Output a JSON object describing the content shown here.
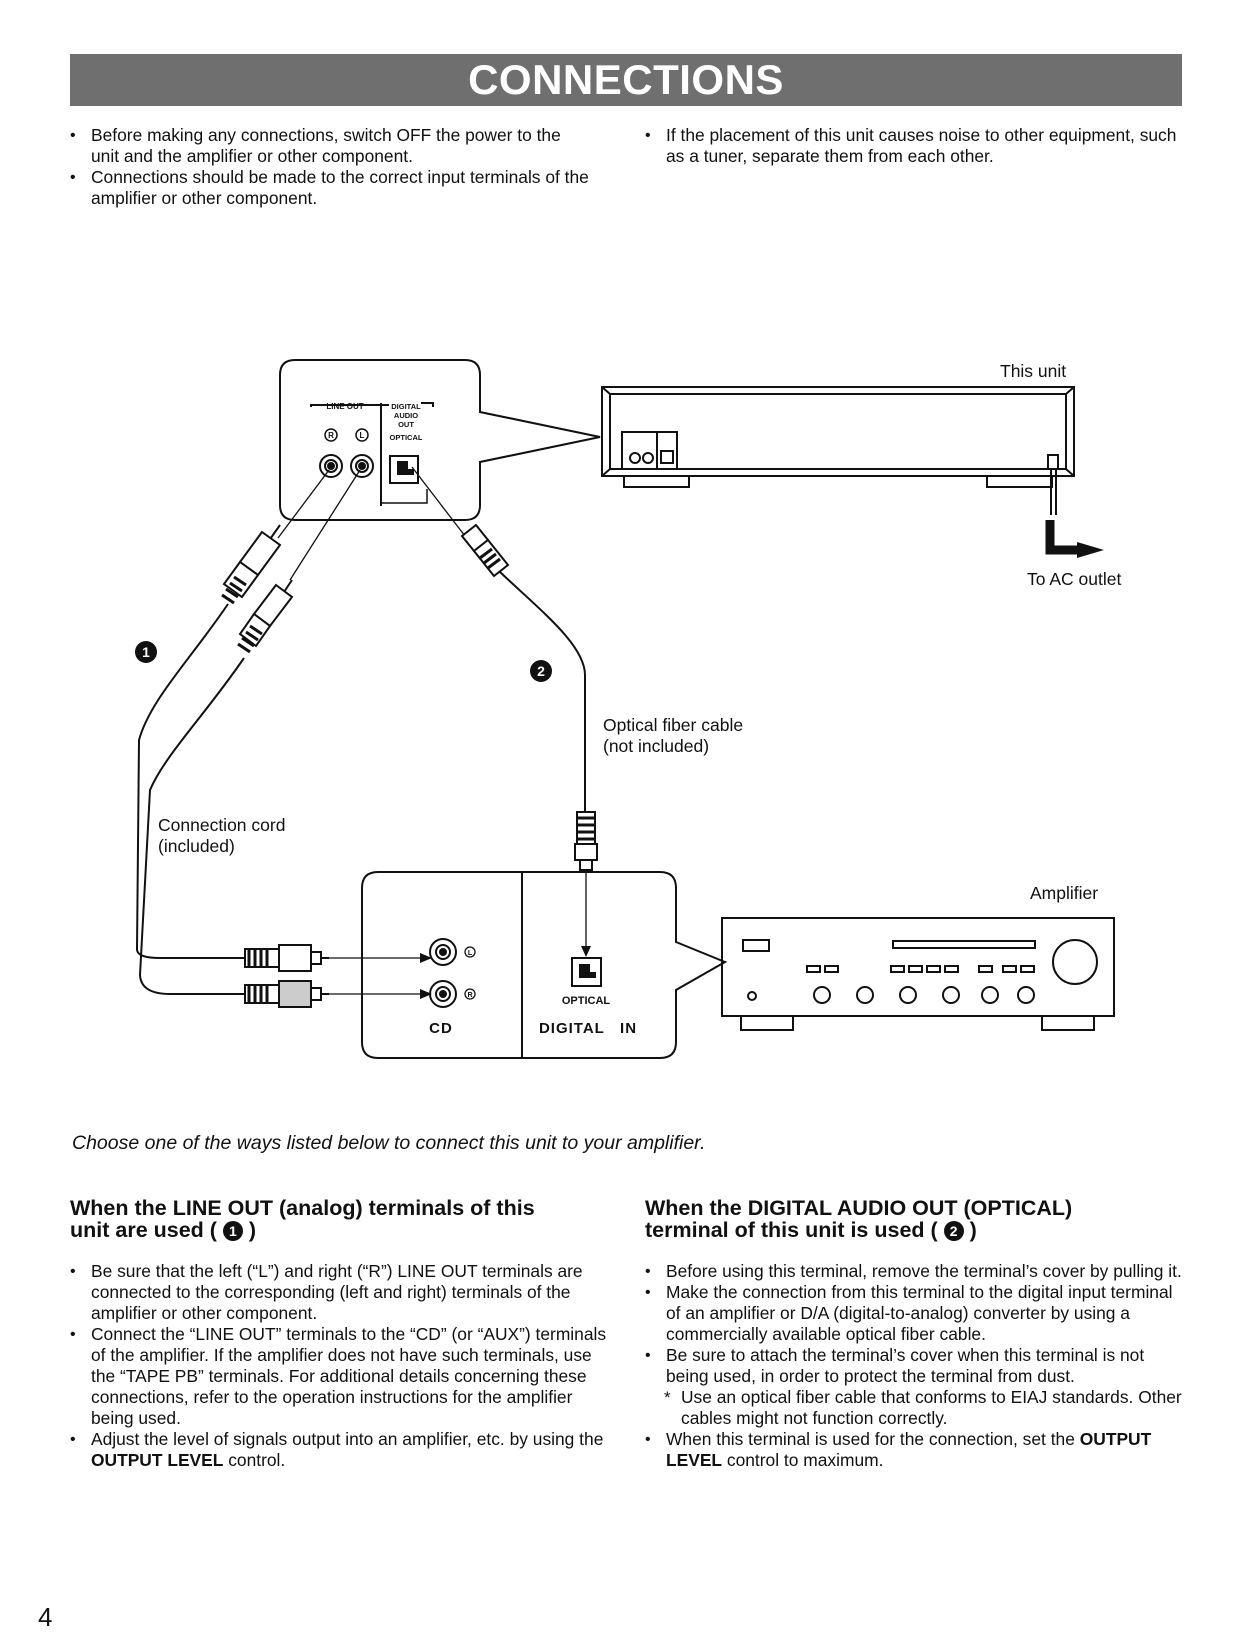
{
  "page": {
    "title": "CONNECTIONS",
    "page_number": "4",
    "intro_left": [
      "Before making any connections, switch OFF the power to the unit and the amplifier or other component.",
      "Connections should be made to the correct input terminals of the amplifier or other component."
    ],
    "intro_right": [
      "If the placement of this unit causes noise to other equipment, such as a tuner, separate them from each other."
    ],
    "diagram": {
      "this_unit": "This unit",
      "ac_outlet": "To AC outlet",
      "optical_cable_1": "Optical fiber cable",
      "optical_cable_2": "(not included)",
      "cord_1": "Connection cord",
      "cord_2": "(included)",
      "amplifier": "Amplifier",
      "marker_1": "1",
      "marker_2": "2",
      "unit_line_out": "LINE OUT",
      "unit_digital_1": "DIGITAL",
      "unit_digital_2": "AUDIO",
      "unit_digital_3": "OUT",
      "unit_optical": "OPTICAL",
      "unit_r": "R",
      "unit_l": "L",
      "amp_l": "L",
      "amp_r": "R",
      "amp_optical": "OPTICAL",
      "amp_cd": "CD",
      "amp_digital_in": "DIGITAL   IN"
    },
    "choose_text": "Choose one of the ways listed below to connect this unit to your amplifier.",
    "left_section": {
      "heading_line1": "When the LINE OUT (analog) terminals of this",
      "heading_line2": "unit are used  (",
      "heading_marker": "1",
      "heading_end": " )",
      "b1": "Be sure that the left (“L”) and right (“R”) LINE OUT terminals are connected to the corresponding (left and right) terminals of the amplifier or other component.",
      "b2": "Connect the “LINE OUT” terminals to the “CD” (or “AUX”) terminals of the amplifier.  If the amplifier does not have such terminals, use the “TAPE PB” terminals.  For additional details concerning these connections, refer to the operation instructions for the amplifier being used.",
      "b3_pre": "Adjust the level of signals output into an amplifier, etc. by using the ",
      "b3_bold": "OUTPUT LEVEL",
      "b3_post": " control."
    },
    "right_section": {
      "heading_line1": "When the DIGITAL AUDIO OUT (OPTICAL)",
      "heading_line2": "terminal of this unit is used  (",
      "heading_marker": "2",
      "heading_end": "  )",
      "b1": "Before using this terminal, remove the terminal’s cover by pulling it.",
      "b2": "Make the connection from this terminal to the digital input terminal of an amplifier or D/A (digital-to-analog) converter by using a commercially available optical fiber cable.",
      "b3": "Be sure to attach the terminal’s cover when this terminal is not being used, in order to protect the terminal from dust.",
      "note": "Use an optical fiber cable that conforms to EIAJ standards. Other cables might not function correctly.",
      "b4_pre": "When this terminal is used for the connection, set the ",
      "b4_bold": "OUTPUT LEVEL",
      "b4_post": " control to maximum."
    }
  }
}
